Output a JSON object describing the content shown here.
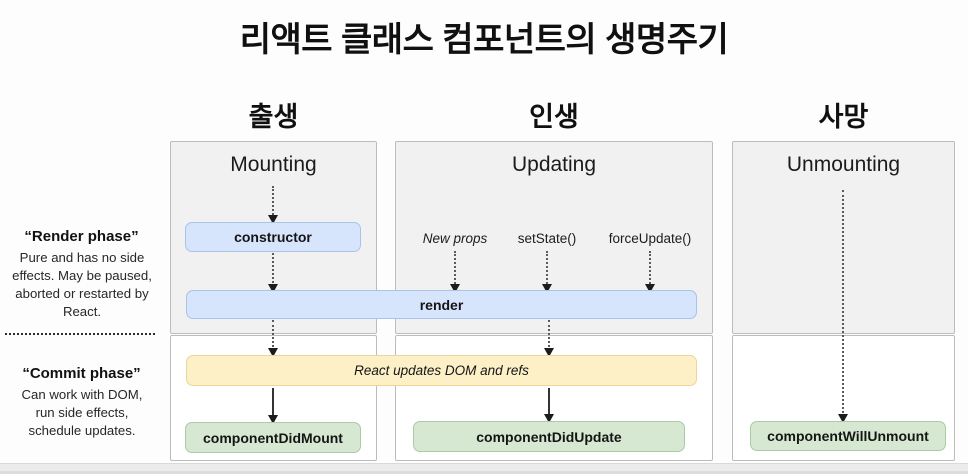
{
  "title": "리액트 클래스 컴포넌트의 생명주기",
  "columns": [
    {
      "stage_korean": "출생",
      "panel_title": "Mounting"
    },
    {
      "stage_korean": "인생",
      "panel_title": "Updating"
    },
    {
      "stage_korean": "사망",
      "panel_title": "Unmounting"
    }
  ],
  "side_notes": {
    "render_phase": {
      "title": "“Render phase”",
      "description": "Pure and has no side effects. May be paused, aborted or restarted by React."
    },
    "commit_phase": {
      "title": "“Commit phase”",
      "description": "Can work with DOM, run side effects, schedule updates."
    }
  },
  "update_triggers": [
    "New props",
    "setState()",
    "forceUpdate()"
  ],
  "nodes": {
    "constructor": "constructor",
    "render": "render",
    "react_updates": "React updates DOM and refs",
    "component_did_mount": "componentDidMount",
    "component_did_update": "componentDidUpdate",
    "component_will_unmount": "componentWillUnmount"
  },
  "colors": {
    "lifecycle_box_fill": "#d7e5fc",
    "lifecycle_box_border": "#a9c3ea",
    "dom_update_fill": "#fdf0c7",
    "dom_update_border": "#e9d69e",
    "side_effect_fill": "#d6e8d2",
    "side_effect_border": "#adc9a5",
    "panel_top_bg": "#f1f1f2",
    "panel_bottom_bg": "#ffffff"
  }
}
